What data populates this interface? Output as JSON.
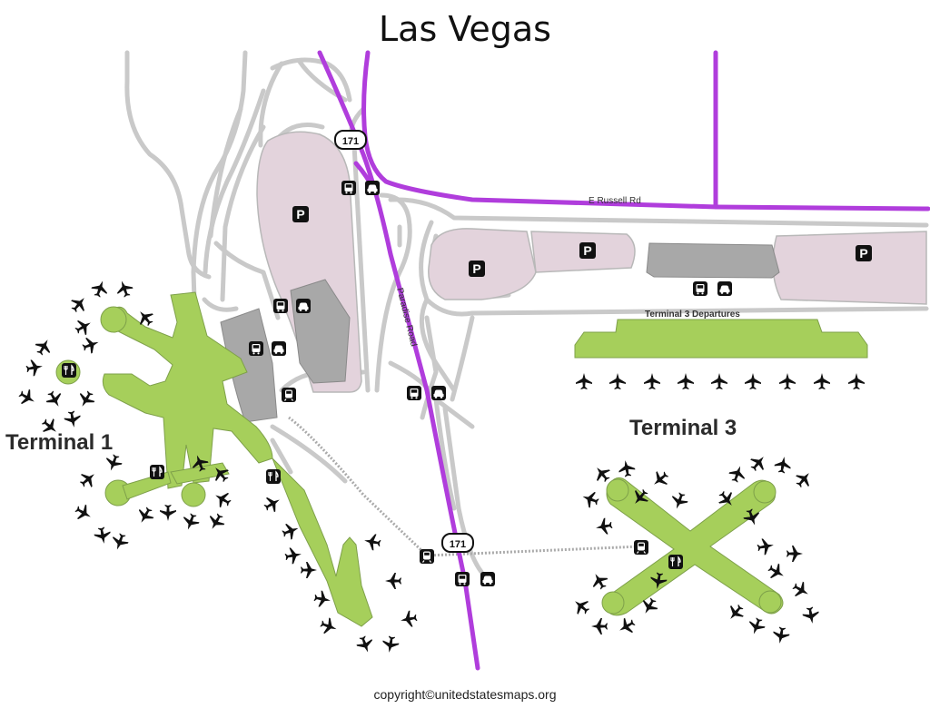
{
  "title": "Las Vegas",
  "copyright": "copyright©unitedstatesmaps.org",
  "labels": {
    "terminal_1": "Terminal 1",
    "terminal_3": "Terminal 3",
    "terminal_3_departures": "Terminal 3 Departures",
    "e_russell_rd": "E Russell Rd",
    "paradise_road": "Paradise Road",
    "route_171": "171",
    "parking": "P"
  },
  "colors": {
    "terminal": "#a6cf5b",
    "parking": "#e3d3dc",
    "road": "#c9c9c9",
    "highway": "#b03ddc",
    "building": "#a8a8a8"
  },
  "icons": [
    "parking-icon",
    "car-icon",
    "bus-icon",
    "train-icon",
    "restaurant-icon",
    "airplane-icon"
  ]
}
